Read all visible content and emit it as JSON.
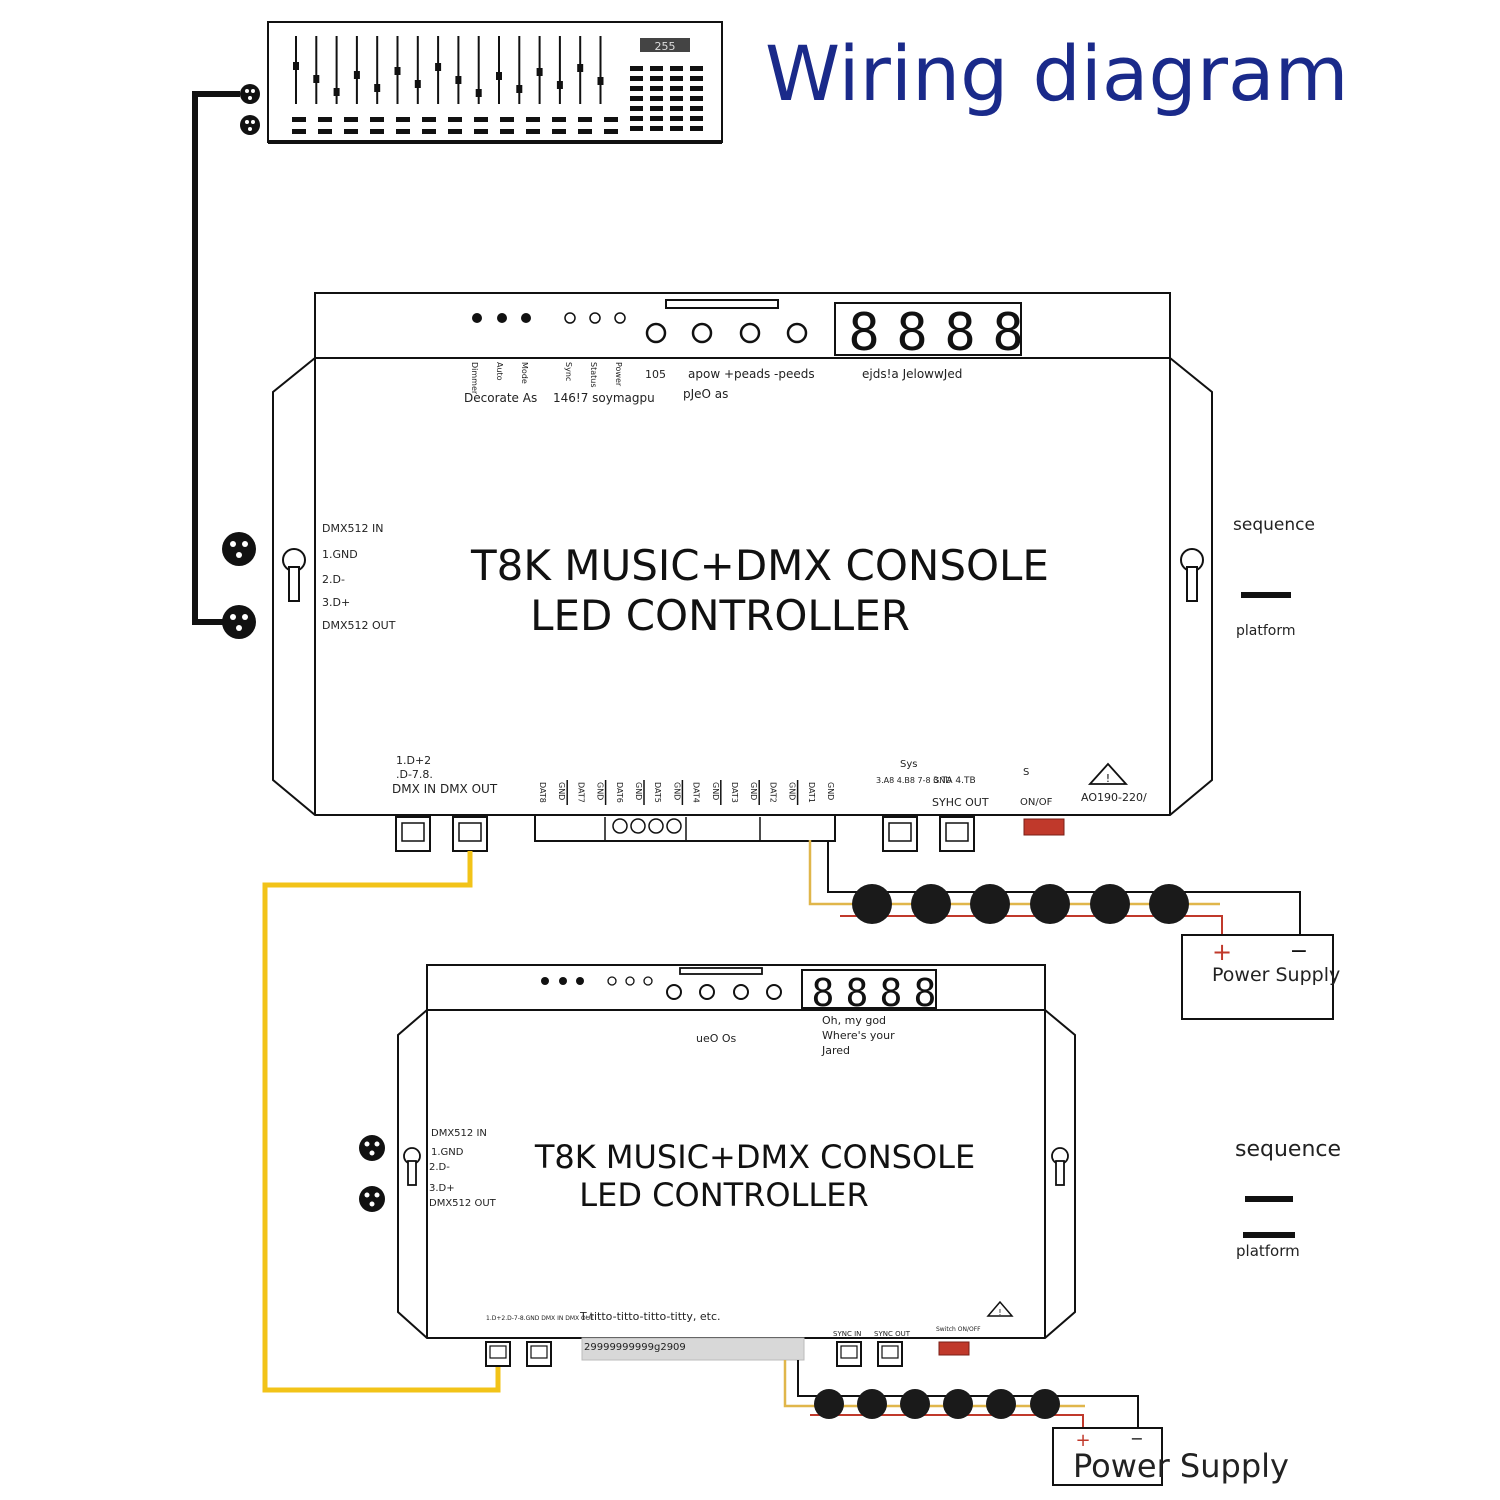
{
  "title": "Wiring diagram",
  "console": {
    "fader_display": "255"
  },
  "controller1": {
    "name_line1": "T8K MUSIC+DMX CONSOLE",
    "name_line2": "LED CONTROLLER",
    "led_labels": [
      "Dimmer",
      "Auto",
      "Mode",
      "Sync",
      "Status",
      "Power"
    ],
    "top_labels": {
      "t105": "105",
      "speed": "apow +peads -peeds",
      "display_text": "ejds!a JelowwJed",
      "decorate": "Decorate As",
      "soymagpu": "146!7 soymagpu",
      "pjeo": "pJeO as"
    },
    "dmx_block": [
      "DMX512 IN",
      "1.GND",
      "2.D-",
      "3.D+",
      "DMX512 OUT"
    ],
    "bottom": {
      "dmx_pins": "1.D+2",
      "dmx_pins2": ".D-7.8.",
      "dmx_io": "DMX IN DMX OUT",
      "data_labels": [
        "DAT8",
        "GND",
        "DAT7",
        "GND",
        "DAT6",
        "GND",
        "DAT5",
        "GND",
        "DAT4",
        "GND",
        "DAT3",
        "GND",
        "DAT2",
        "GND",
        "DAT1",
        "GND"
      ],
      "sync_in_top": "Sys",
      "sync_in": "3.A8 4.B8 7-8 GND",
      "sync_out_top": "3.TA 4.TB",
      "sync_out": "SYHC OUT",
      "switch_s": "S",
      "switch": "ON/OF",
      "voltage": "AO190-220/"
    }
  },
  "controller2": {
    "name_line1": "T8K MUSIC+DMX CONSOLE",
    "name_line2": "LED CONTROLLER",
    "display_text_1": "Oh, my god",
    "display_text_2": "Where's your",
    "display_text_3": "Jared",
    "ueo": "ueO Os",
    "dmx_block": [
      "DMX512 IN",
      "1.GND",
      "2.D-",
      "3.D+",
      "DMX512 OUT"
    ],
    "bottom_note": "T-titto-titto-titto-titty, etc.",
    "bottom_code": "29999999999g2909",
    "dmx_io": "1.D+2.D-7-8.GND DMX IN DMX OUT",
    "sync_in": "SYNC IN",
    "sync_out": "SYNC OUT",
    "switch": "Switch ON/OFF"
  },
  "side1": {
    "sequence": "sequence",
    "platform": "platform"
  },
  "side2": {
    "sequence": "sequence",
    "platform": "platform"
  },
  "psu1": {
    "plus": "+",
    "minus": "−",
    "label": "Power Supply"
  },
  "psu2": {
    "plus": "+",
    "minus": "−",
    "label": "Power Supply"
  },
  "colors": {
    "title": "#1a2a8a",
    "dmx_cable": "#f2c318",
    "signal_wire": "#e0b64a",
    "power_wire": "#c0392b",
    "switch": "#c0392b"
  }
}
